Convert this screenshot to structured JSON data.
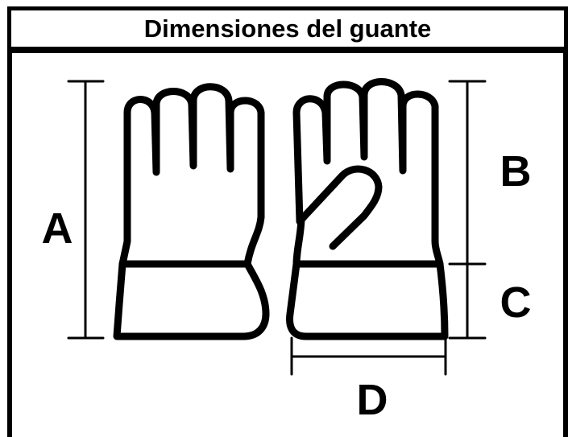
{
  "title": "Dimensiones del guante",
  "labels": {
    "a": "A",
    "b": "B",
    "c": "C",
    "d": "D"
  },
  "colors": {
    "stroke": "#000000",
    "background": "#ffffff"
  }
}
